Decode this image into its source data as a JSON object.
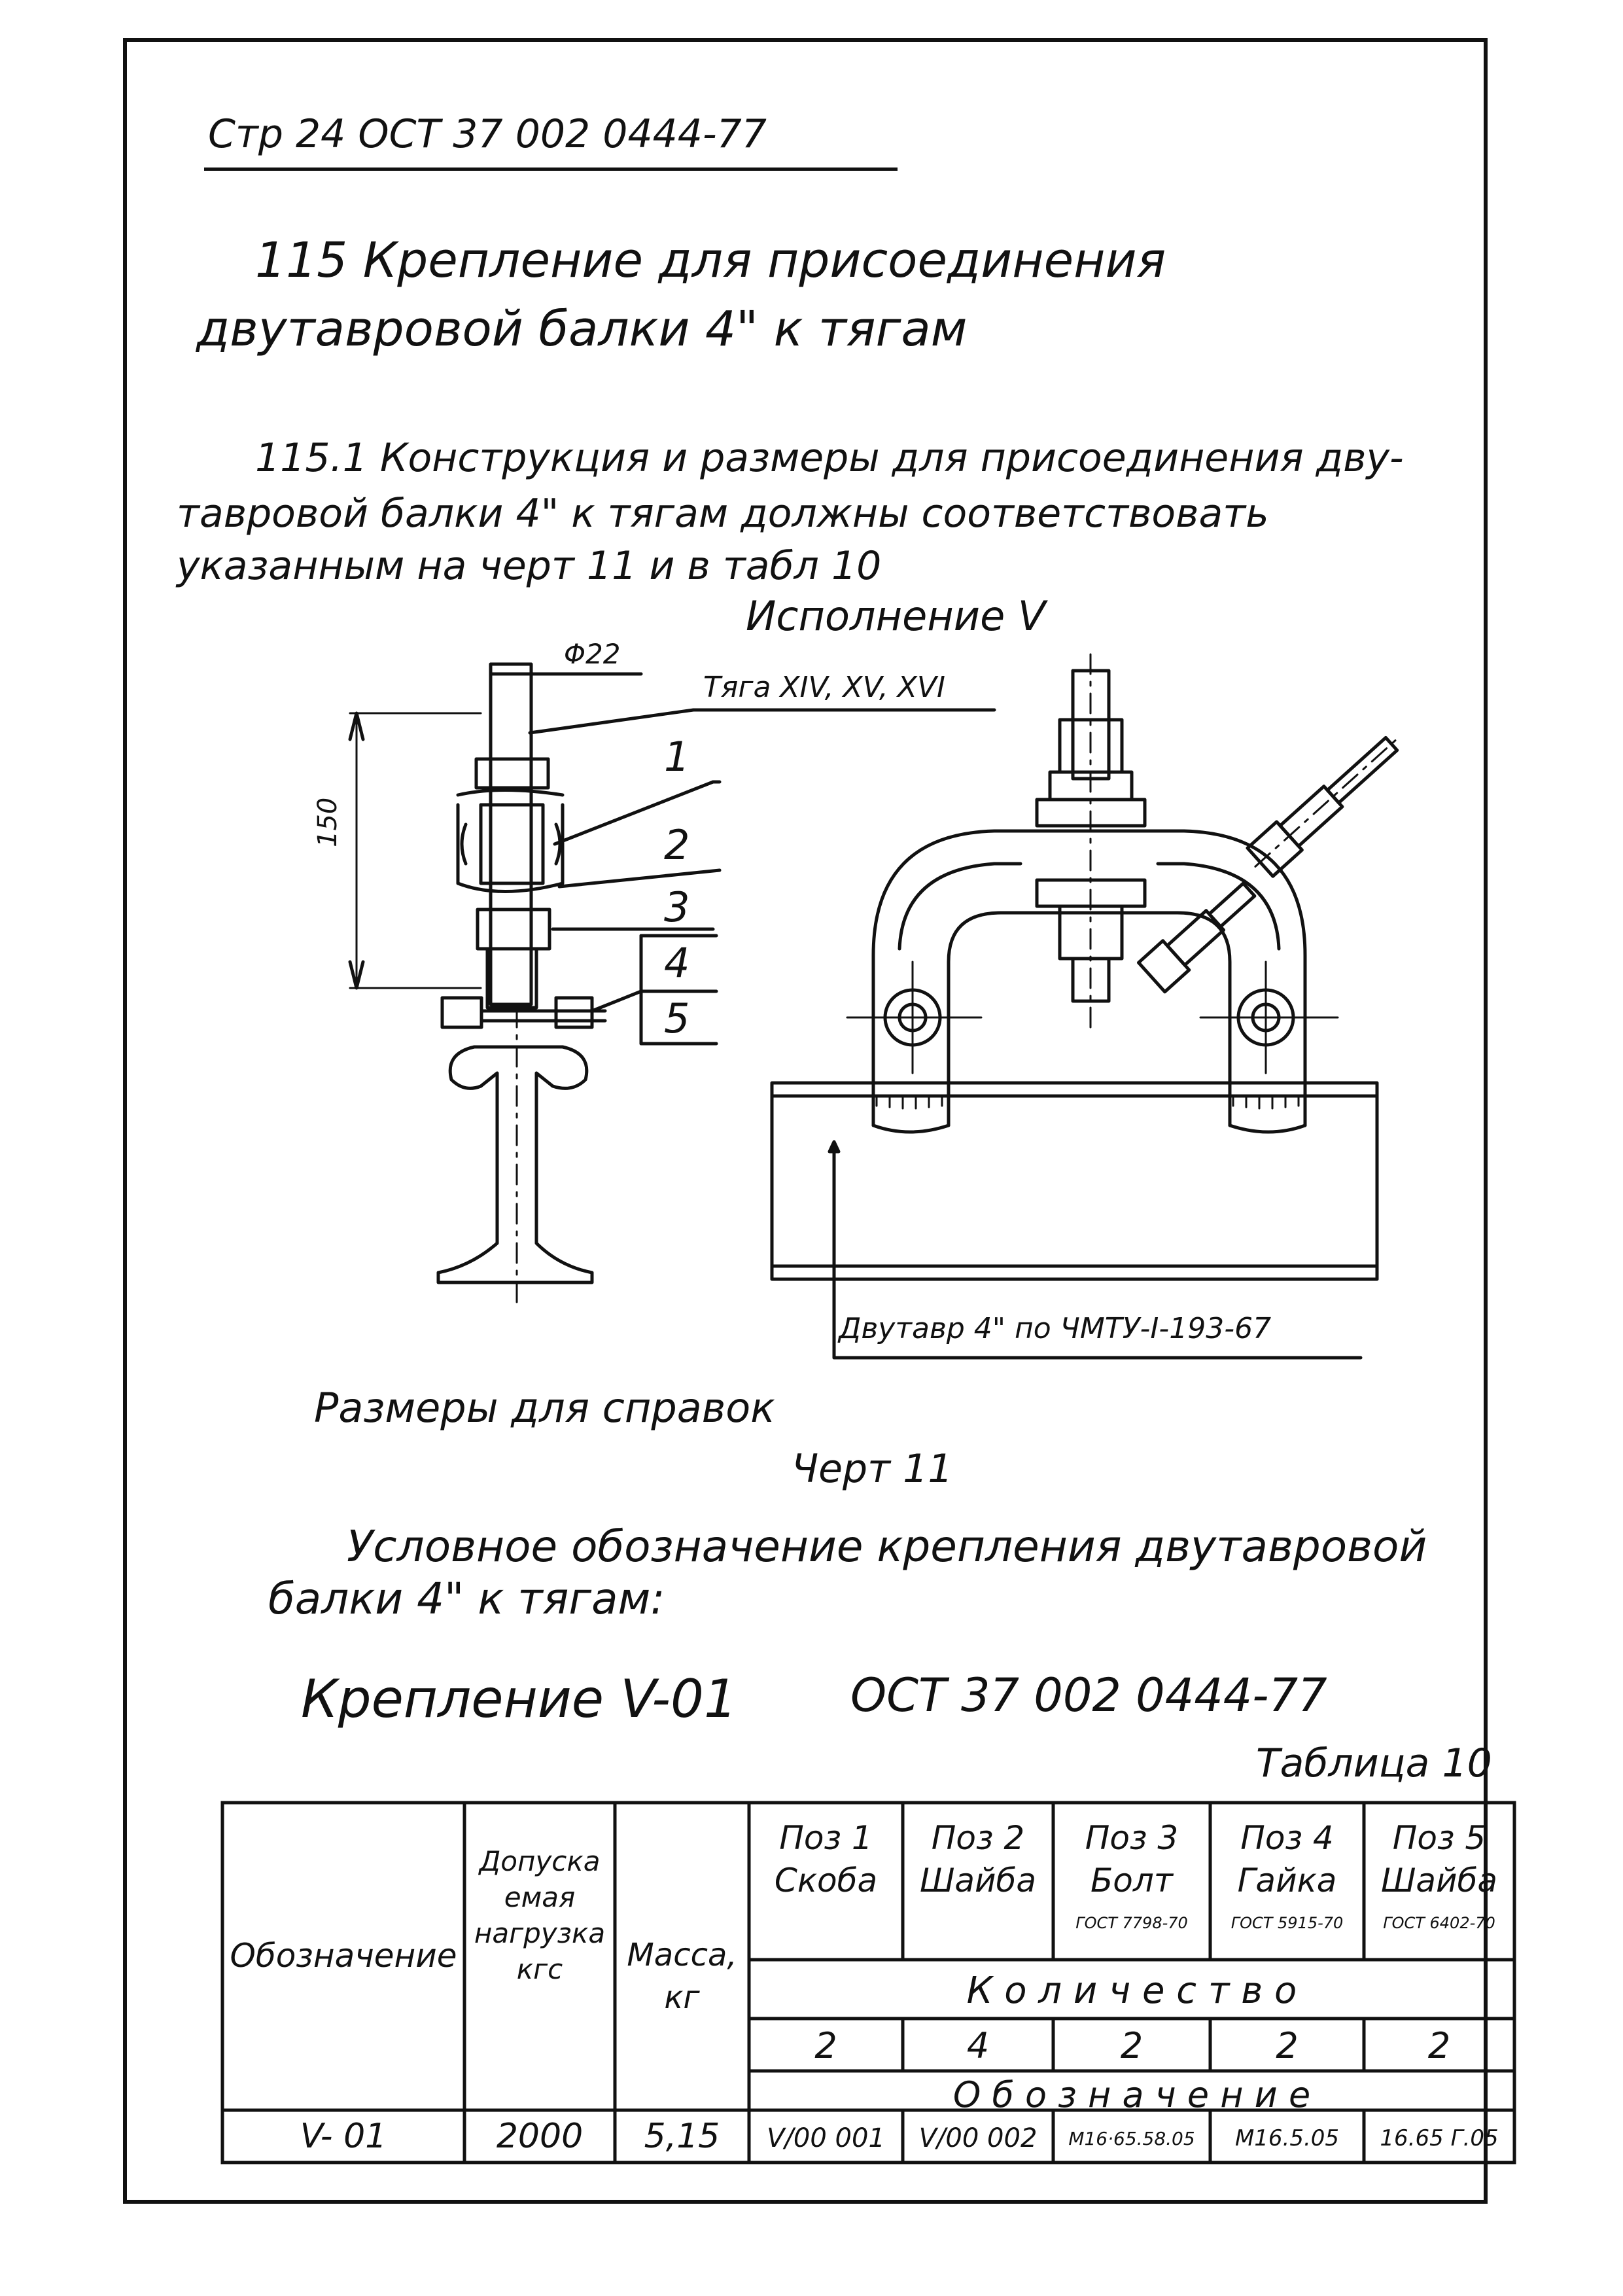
{
  "header": {
    "page_ref": "Стр 24   ОСТ 37 002 0444-77"
  },
  "title": {
    "line1": "115 Крепление  для  присоединения",
    "line2": "двутавровой  балки  4\" к тягам"
  },
  "paragraph": {
    "line1": "115.1 Конструкция и размеры для присоединения дву-",
    "line2": "тавровой балки 4\" к тягам должны соответствовать",
    "line3": "указанным на   черт 11  и в табл 10"
  },
  "drawing": {
    "variant_label": "Исполнение V",
    "dia_label": "Φ22",
    "rod_label": "Тяга XIV, XV, XVI",
    "dim_150": "150",
    "pos_numbers": [
      "1",
      "2",
      "3",
      "4",
      "5"
    ],
    "beam_label": "Двутавр 4\" по ЧМТУ-I-193-67"
  },
  "notes": {
    "ref_sizes": "Размеры для справок",
    "chert": "Черт 11"
  },
  "conditional": {
    "line1": "Условное  обозначение  крепления  двутавровой",
    "line2": "балки  4\"  к  тягам:"
  },
  "designation": {
    "part_a": "Крепление  V-01",
    "part_b": "ОСТ 37 002 0444-77"
  },
  "table": {
    "caption": "Таблица 10",
    "col_designation": "Обозначение",
    "col_load": [
      "Допуска",
      "емая",
      "нагрузка",
      "кгс"
    ],
    "col_mass": [
      "Масса,",
      "кг"
    ],
    "positions": [
      {
        "pos": "Поз 1",
        "name": "Скоба",
        "std": ""
      },
      {
        "pos": "Поз 2",
        "name": "Шайба",
        "std": ""
      },
      {
        "pos": "Поз 3",
        "name": "Болт",
        "std": "ГОСТ 7798-70"
      },
      {
        "pos": "Поз 4",
        "name": "Гайка",
        "std": "ГОСТ 5915-70"
      },
      {
        "pos": "Поз 5",
        "name": "Шайба",
        "std": "ГОСТ 6402-70"
      }
    ],
    "qty_header": "К о л и ч е с т в о",
    "qty": [
      "2",
      "4",
      "2",
      "2",
      "2"
    ],
    "desig_header": "О б о з н а ч е н и е",
    "row": {
      "designation": "V- 01",
      "load": "2000",
      "mass": "5,15",
      "codes": [
        "V/00 001",
        "V/00 002",
        "М16·65.58.05",
        "М16.5.05",
        "16.65 Г.05"
      ]
    }
  }
}
